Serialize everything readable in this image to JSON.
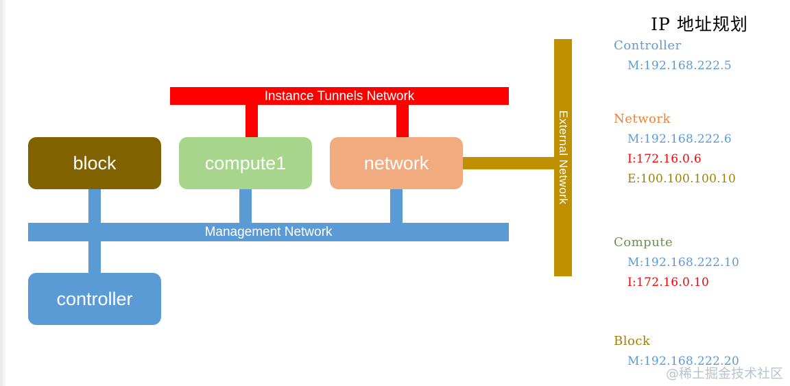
{
  "diagram": {
    "buses": {
      "instance_tunnels": {
        "label": "Instance Tunnels Network",
        "color": "#fe0000"
      },
      "management": {
        "label": "Management Network",
        "color": "#5b9bd5"
      },
      "external": {
        "label": "External Network",
        "color": "#bf9000"
      }
    },
    "nodes": [
      {
        "id": "block",
        "label": "block",
        "color": "#806200"
      },
      {
        "id": "compute1",
        "label": "compute1",
        "color": "#a7d58c"
      },
      {
        "id": "network",
        "label": "network",
        "color": "#f2ab7f"
      },
      {
        "id": "controller",
        "label": "controller",
        "color": "#5b9bd5"
      }
    ]
  },
  "ip_plan": {
    "title": "IP 地址规划",
    "groups": [
      {
        "name": "Controller",
        "color": "#5b9bd5",
        "rows": [
          {
            "text": "M:192.168.222.5",
            "color": "#5b9bd5"
          }
        ]
      },
      {
        "name": "Network",
        "color": "#e8833a",
        "rows": [
          {
            "text": "M:192.168.222.6",
            "color": "#5b9bd5"
          },
          {
            "text": "I:172.16.0.6",
            "color": "#fe0000"
          },
          {
            "text": "E:100.100.100.10",
            "color": "#a08000"
          }
        ]
      },
      {
        "name": "Compute",
        "color": "#6a9153",
        "rows": [
          {
            "text": "M:192.168.222.10",
            "color": "#5b9bd5"
          },
          {
            "text": "I:172.16.0.10",
            "color": "#fe0000"
          }
        ]
      },
      {
        "name": "Block",
        "color": "#a08000",
        "rows": [
          {
            "text": "M:192.168.222.20",
            "color": "#5b9bd5"
          }
        ]
      }
    ]
  },
  "watermark": "@稀土掘金技术社区"
}
